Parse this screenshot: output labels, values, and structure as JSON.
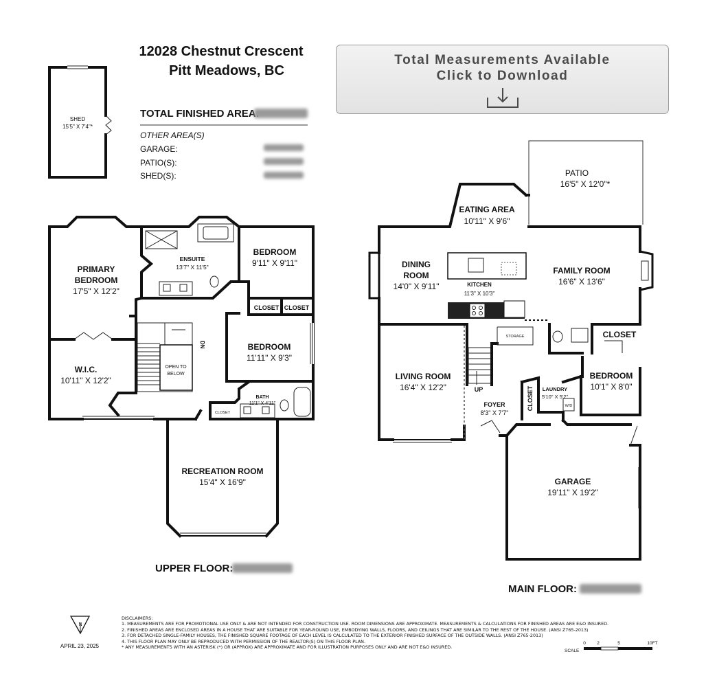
{
  "header": {
    "address_line1": "12028 Chestnut Crescent",
    "address_line2": "Pitt Meadows, BC",
    "total_label": "TOTAL FINISHED AREA:",
    "other_areas_label": "OTHER AREA(S)",
    "garage_label": "GARAGE:",
    "patio_label": "PATIO(S):",
    "shed_label": "SHED(S):"
  },
  "download": {
    "line1": "Total Measurements Available",
    "line2": "Click to Download",
    "icon": "download-icon"
  },
  "upper_floor": {
    "label": "UPPER FLOOR:",
    "rooms": {
      "primary_bedroom": {
        "name1": "PRIMARY",
        "name2": "BEDROOM",
        "dims": "17'5\" X 12'2\""
      },
      "ensuite": {
        "name": "ENSUITE",
        "dims": "13'7\" X 11'5\""
      },
      "bedroom_a": {
        "name": "BEDROOM",
        "dims": "9'11\" X 9'11\""
      },
      "bedroom_b": {
        "name": "BEDROOM",
        "dims": "11'11\" X 9'3\""
      },
      "wic": {
        "name": "W.I.C.",
        "dims": "10'11\" X 12'2\""
      },
      "bath": {
        "name": "BATH",
        "dims": "11'1\" X 4'11\""
      },
      "recreation": {
        "name": "RECREATION ROOM",
        "dims": "15'4\" X 16'9\""
      },
      "closet_1": "CLOSET",
      "closet_2": "CLOSET",
      "closet_small": "CLOSET",
      "open_to_below1": "OPEN TO",
      "open_to_below2": "BELOW",
      "stair_dn": "DN"
    }
  },
  "shed": {
    "name": "SHED",
    "dims": "15'5\" X 7'4\"*"
  },
  "main_floor": {
    "label": "MAIN FLOOR:",
    "rooms": {
      "patio": {
        "name": "PATIO",
        "dims": "16'5\" X 12'0\"*"
      },
      "eating": {
        "name": "EATING AREA",
        "dims": "10'11\" X 9'6\""
      },
      "dining": {
        "name1": "DINING",
        "name2": "ROOM",
        "dims": "14'0\" X 9'11\""
      },
      "kitchen": {
        "name": "KITCHEN",
        "dims": "11'3\" X 10'3\""
      },
      "family": {
        "name": "FAMILY ROOM",
        "dims": "16'6\" X 13'6\""
      },
      "living": {
        "name": "LIVING ROOM",
        "dims": "16'4\" X 12'2\""
      },
      "foyer": {
        "name": "FOYER",
        "dims": "8'3\" X 7'7\""
      },
      "laundry": {
        "name": "LAUNDRY",
        "dims": "5'10\" X 5'2\""
      },
      "bedroom": {
        "name": "BEDROOM",
        "dims": "10'1\" X 8'0\""
      },
      "garage": {
        "name": "GARAGE",
        "dims": "19'11\" X 19'2\""
      },
      "closet_a": "CLOSET",
      "closet_b": "CLOSET",
      "storage": "STORAGE",
      "up": "UP",
      "wd": "W/D"
    }
  },
  "footer": {
    "compass": "N",
    "date": "APRIL 23, 2025",
    "disclaimers_title": "DISCLAIMERS:",
    "disclaimers": [
      "1. MEASUREMENTS ARE FOR PROMOTIONAL USE ONLY & ARE NOT INTENDED FOR CONSTRUCTION USE. ROOM DIMENSIONS ARE APPROXIMATE. MEASUREMENTS & CALCULATIONS FOR FINISHED AREAS ARE E&O INSURED.",
      "2. FINISHED AREAS ARE ENCLOSED AREAS IN A HOUSE THAT ARE SUITABLE FOR YEAR-ROUND USE, EMBODYING WALLS, FLOORS, AND CEILINGS THAT ARE SIMILAR TO THE REST OF THE HOUSE. (ANSI Z765-2013)",
      "3. FOR DETACHED SINGLE-FAMILY HOUSES, THE FINISHED SQUARE FOOTAGE OF EACH LEVEL IS CALCULATED TO THE EXTERIOR FINISHED SURFACE OF THE OUTSIDE WALLS. (ANSI Z765-2013)",
      "4. THIS FLOOR PLAN MAY ONLY BE REPRODUCED WITH PERMISSION OF THE REALTOR(S) ON THIS FLOOR PLAN.",
      "* ANY MEASUREMENTS WITH AN ASTERISK (*) OR (APPROX) ARE APPROXIMATE AND FOR ILLUSTRATION PURPOSES ONLY AND ARE NOT E&O INSURED."
    ],
    "scale_label": "SCALE",
    "scale_ticks": [
      "0",
      "2",
      "5",
      "10FT"
    ]
  }
}
